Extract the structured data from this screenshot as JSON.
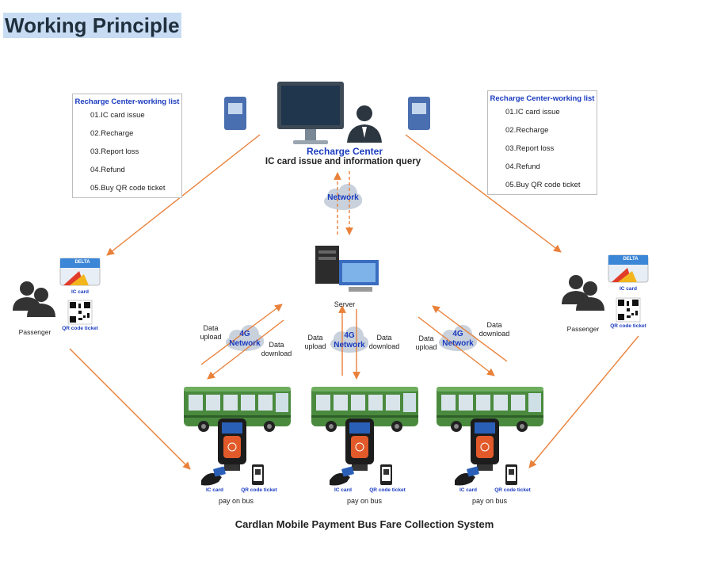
{
  "title": "Working Principle",
  "left_list": {
    "header": "Recharge Center-working list",
    "items": [
      "01.IC card issue",
      "02.Recharge",
      "03.Report loss",
      "04.Refund",
      "05.Buy QR code ticket"
    ]
  },
  "right_list": {
    "header": "Recharge Center-working list",
    "items": [
      "01.IC card issue",
      "02.Recharge",
      "03.Report loss",
      "04.Refund",
      "05.Buy QR code ticket"
    ]
  },
  "recharge_center": {
    "name": "Recharge Center",
    "subtitle": "IC card issue and information query"
  },
  "network_label": "Network",
  "server_label": "Server",
  "passenger_label": "Passenger",
  "ic_card_label": "IC card",
  "qr_label": "QR code ticket",
  "card_brand": "DELTA",
  "network_4g": [
    "4G",
    "Network"
  ],
  "data_upload": [
    "Data",
    "upload"
  ],
  "data_download": [
    "Data",
    "download"
  ],
  "pay_on_bus": "pay on bus",
  "footer": "Cardlan Mobile Payment Bus Fare Collection System",
  "colors": {
    "arrow": "#e9813a",
    "bus": "#4a8a3e",
    "label_blue": "#1a3bbf",
    "cloud": "#c8d1dc"
  },
  "icons": [
    "monitor-icon",
    "person-icon",
    "card-reader-icon",
    "cloud-icon",
    "server-icon",
    "passenger-icon",
    "ic-card-icon",
    "qr-code-icon",
    "bus-icon",
    "validator-icon",
    "phone-icon",
    "hand-card-icon"
  ]
}
